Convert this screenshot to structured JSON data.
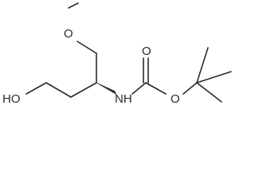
{
  "molecule": {
    "atoms": {
      "methoxy_oxygen": "O",
      "hydroxyl": "HO",
      "amine_nh": "NH",
      "carbonyl_oxygen": "O",
      "ester_oxygen": "O"
    },
    "colors": {
      "ink": "#2a2a2a",
      "background": "#ffffff"
    }
  }
}
